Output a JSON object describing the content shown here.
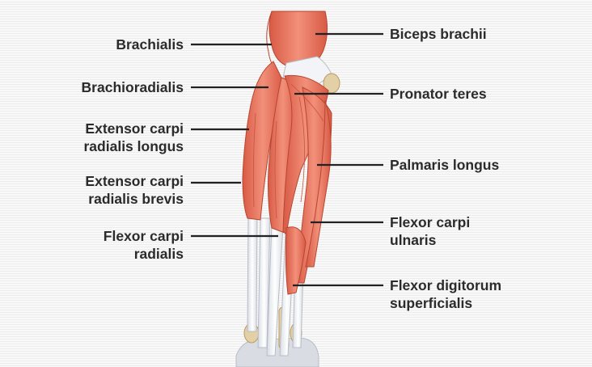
{
  "labels_left": [
    {
      "id": "brachialis",
      "text": "Brachialis"
    },
    {
      "id": "brachioradialis",
      "text": "Brachioradialis"
    },
    {
      "id": "extensor-carpi-radialis-longus",
      "text": "Extensor carpi\nradialis longus"
    },
    {
      "id": "extensor-carpi-radialis-brevis",
      "text": "Extensor carpi\nradialis brevis"
    },
    {
      "id": "flexor-carpi-radialis",
      "text": "Flexor carpi\nradialis"
    }
  ],
  "labels_right": [
    {
      "id": "biceps-brachii",
      "text": "Biceps brachii"
    },
    {
      "id": "pronator-teres",
      "text": "Pronator teres"
    },
    {
      "id": "palmaris-longus",
      "text": "Palmaris longus"
    },
    {
      "id": "flexor-carpi-ulnaris",
      "text": "Flexor carpi\nulnaris"
    },
    {
      "id": "flexor-digitorum-superficialis",
      "text": "Flexor digitorum\nsuperficialis"
    }
  ],
  "colors": {
    "muscle": "#e5705a",
    "muscle_light": "#f29c86",
    "muscle_dark": "#c9523f",
    "tendon": "#eef0f4",
    "bone": "#e3d0a6",
    "leader_line": "#222222",
    "label_text": "#2b2b2b"
  }
}
